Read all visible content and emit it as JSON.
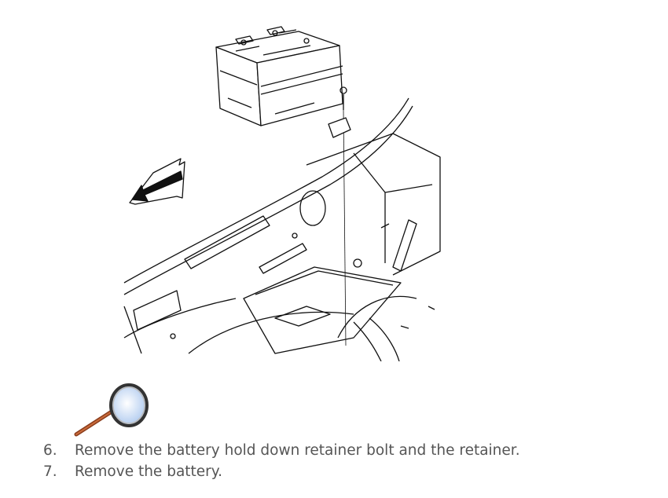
{
  "figure": {
    "subject": "battery-removal-illustration",
    "zoom_icon": "magnifier-icon"
  },
  "steps": [
    {
      "number": "6.",
      "text": "Remove the battery hold down retainer bolt and the retainer."
    },
    {
      "number": "7.",
      "text": "Remove the battery."
    }
  ],
  "colors": {
    "text": "#555555",
    "line": "#111111"
  }
}
